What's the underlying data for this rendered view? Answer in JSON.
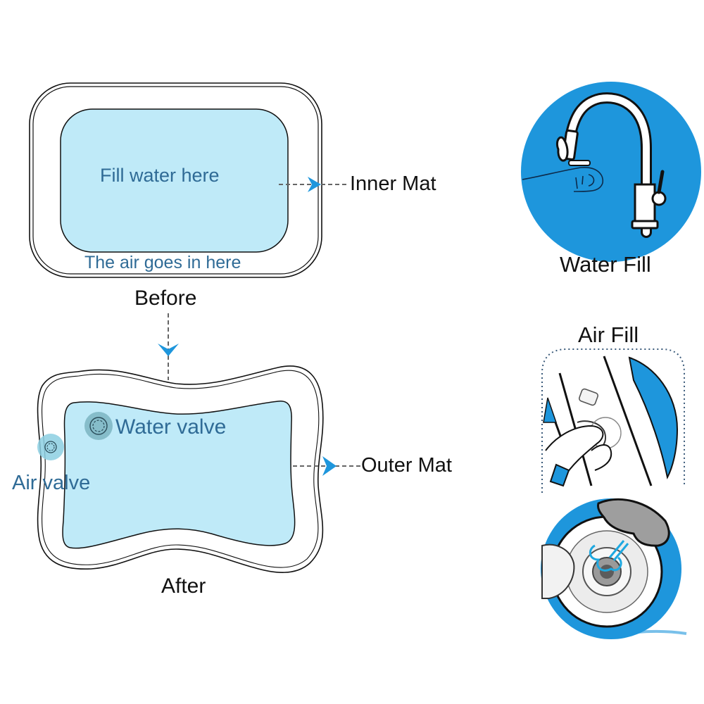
{
  "colors": {
    "water_fill": "#bfeaf8",
    "accent_blue": "#1e96dc",
    "label_blue": "#2f6b96",
    "valve_water": "#7fb8c4",
    "valve_air": "#8ccfe2",
    "outline": "#111111",
    "dash_gray": "#666666"
  },
  "before": {
    "caption": "Before",
    "inner_text": "Fill water here",
    "air_text": "The air goes in here",
    "callout": "Inner Mat"
  },
  "after": {
    "caption": "After",
    "water_valve": "Water valve",
    "air_valve": "Air valve",
    "callout": "Outer Mat"
  },
  "steps": [
    {
      "label": "Water Fill",
      "icon": "faucet-icon"
    },
    {
      "label": "Air Fill",
      "icon": "air-valve-inflate-icon"
    }
  ]
}
